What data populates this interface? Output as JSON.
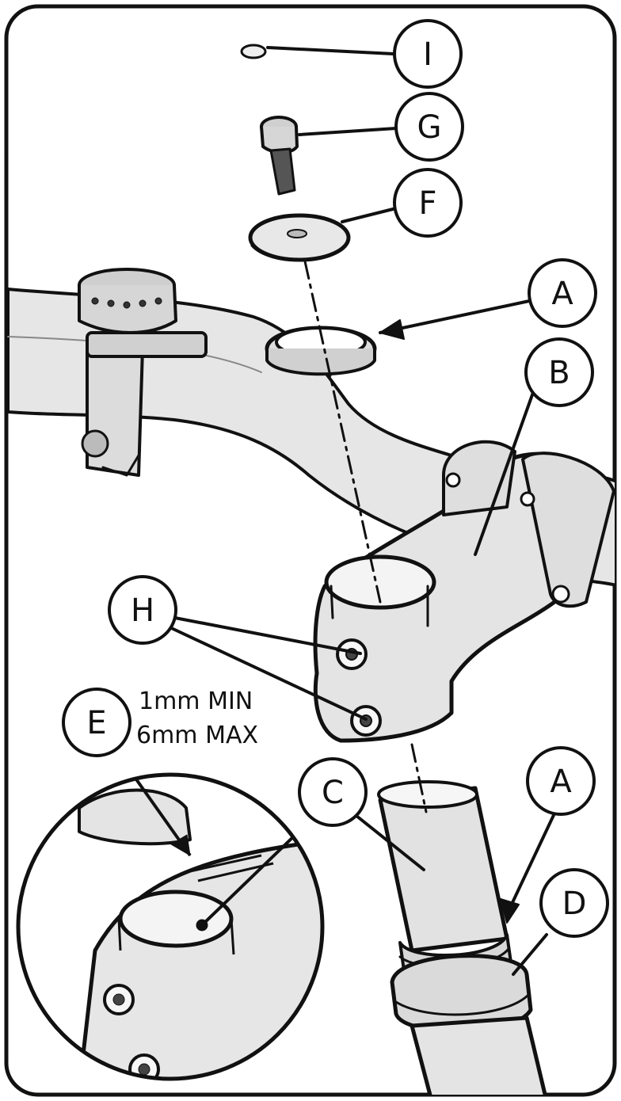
{
  "callouts": {
    "I": "I",
    "G": "G",
    "F": "F",
    "A_top": "A",
    "B": "B",
    "H": "H",
    "E": "E",
    "C": "C",
    "A_bottom": "A",
    "D": "D"
  },
  "spec": {
    "line1": "1mm MIN",
    "line2": "6mm MAX"
  }
}
